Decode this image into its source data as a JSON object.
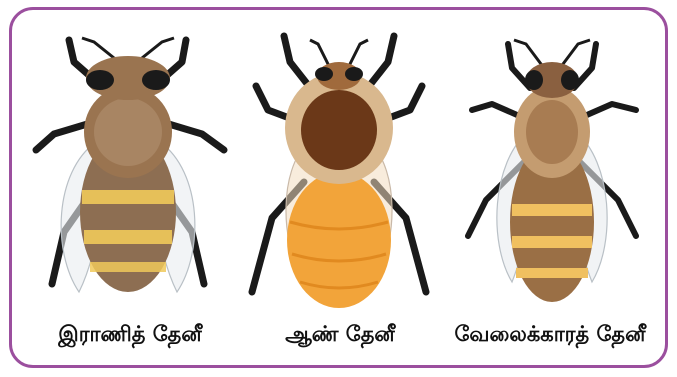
{
  "colors": {
    "frame": "#9b4f9e",
    "legs": "#1a1a1a",
    "thorax_hair": "#9a7450",
    "queen_abdomen": "#8d6e52",
    "queen_band": "#f0c95a",
    "drone_abdomen": "#f2a43a",
    "drone_thorax": "#6b3818",
    "worker_abdomen": "#9a6f45",
    "worker_band": "#f0c060"
  },
  "labels": {
    "queen": "இராணித் தேனீ",
    "drone": "ஆண் தேனீ",
    "worker": "வேலைக்காரத் தேனீ"
  }
}
